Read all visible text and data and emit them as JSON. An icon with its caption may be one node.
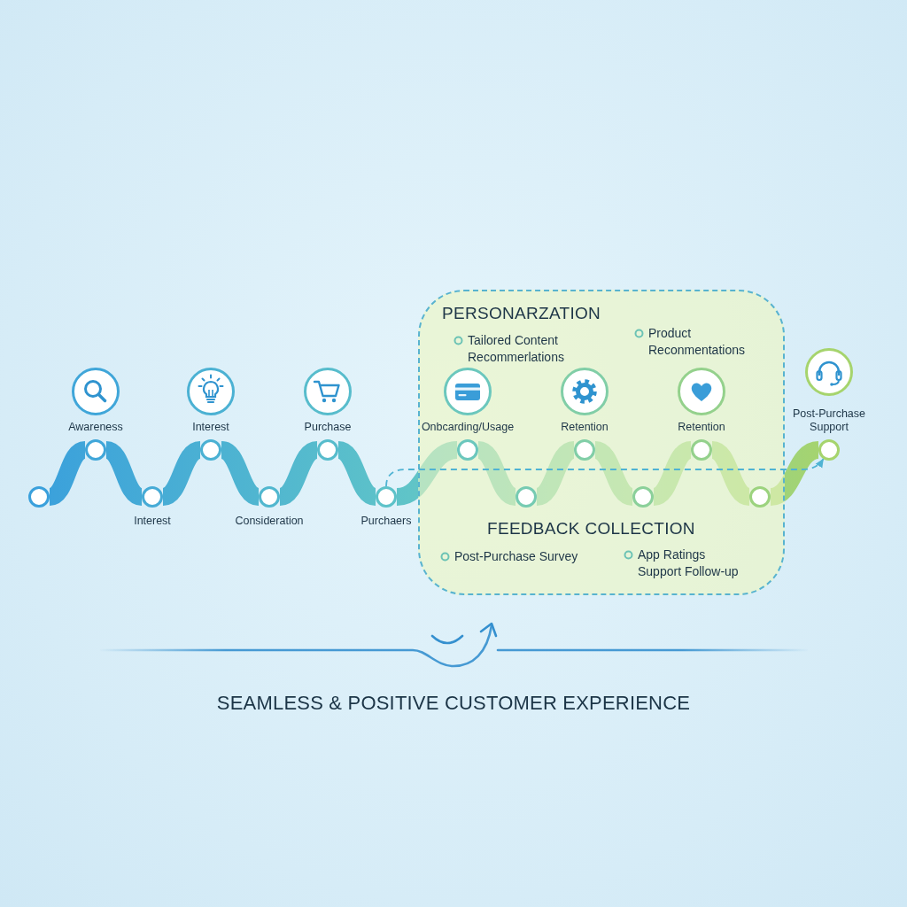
{
  "diagram": {
    "caption": "SEAMLESS & POSITIVE CUSTOMER EXPERIENCE",
    "nodes": [
      {
        "text": [],
        "shape": "circle"
      },
      {
        "text": [],
        "shape": "circle",
        "beside": [
          "Awareness"
        ]
      },
      {
        "text": [],
        "shape": "circle",
        "beside": [
          "Interest"
        ]
      },
      {
        "text": [],
        "shape": "circle",
        "beside": [
          "Interest"
        ]
      },
      {
        "text": [],
        "shape": "circle",
        "beside": [
          "Consideration"
        ]
      },
      {
        "text": [],
        "shape": "circle",
        "beside": [
          "Purchase"
        ]
      },
      {
        "text": [],
        "shape": "circle",
        "beside": [
          "Purchaers"
        ]
      },
      {
        "text": [
          "PERSONARZATION",
          "Tailored Content Recommerlations",
          "Product Reconmentations",
          "FEEDBACK COLLECTION",
          "Post-Purchase Survey",
          "App Ratings Support Follow-up"
        ]
      },
      {
        "text": [],
        "shape": "circle",
        "beside": [
          "Onbcarding/Usage"
        ],
        "in": 7
      },
      {
        "text": [],
        "shape": "circle",
        "in": 7
      },
      {
        "text": [],
        "shape": "circle",
        "beside": [
          "Retention"
        ],
        "in": 7
      },
      {
        "text": [],
        "shape": "circle",
        "in": 7
      },
      {
        "text": [],
        "shape": "circle",
        "beside": [
          "Retention"
        ],
        "in": 7
      },
      {
        "text": [],
        "shape": "circle",
        "in": 7
      },
      {
        "text": [],
        "shape": "circle",
        "beside": [
          "Post-Purchase Support"
        ]
      }
    ],
    "edges": [
      {
        "from": 0,
        "to": 1,
        "arrow": "none"
      },
      {
        "from": 1,
        "to": 2,
        "arrow": "none"
      },
      {
        "from": 2,
        "to": 3,
        "arrow": "none"
      },
      {
        "from": 3,
        "to": 4,
        "arrow": "none"
      },
      {
        "from": 4,
        "to": 5,
        "arrow": "none"
      },
      {
        "from": 5,
        "to": 6,
        "arrow": "none"
      },
      {
        "from": 6,
        "to": 8,
        "arrow": "none"
      },
      {
        "from": 8,
        "to": 9,
        "arrow": "none"
      },
      {
        "from": 9,
        "to": 10,
        "arrow": "none"
      },
      {
        "from": 10,
        "to": 11,
        "arrow": "none"
      },
      {
        "from": 11,
        "to": 12,
        "arrow": "none"
      },
      {
        "from": 12,
        "to": 13,
        "arrow": "none"
      },
      {
        "from": 13,
        "to": 14,
        "arrow": "none"
      },
      {
        "from": 6,
        "to": 14,
        "arrow": "to",
        "style": "dashed",
        "color": "#4fb3d3"
      }
    ]
  }
}
